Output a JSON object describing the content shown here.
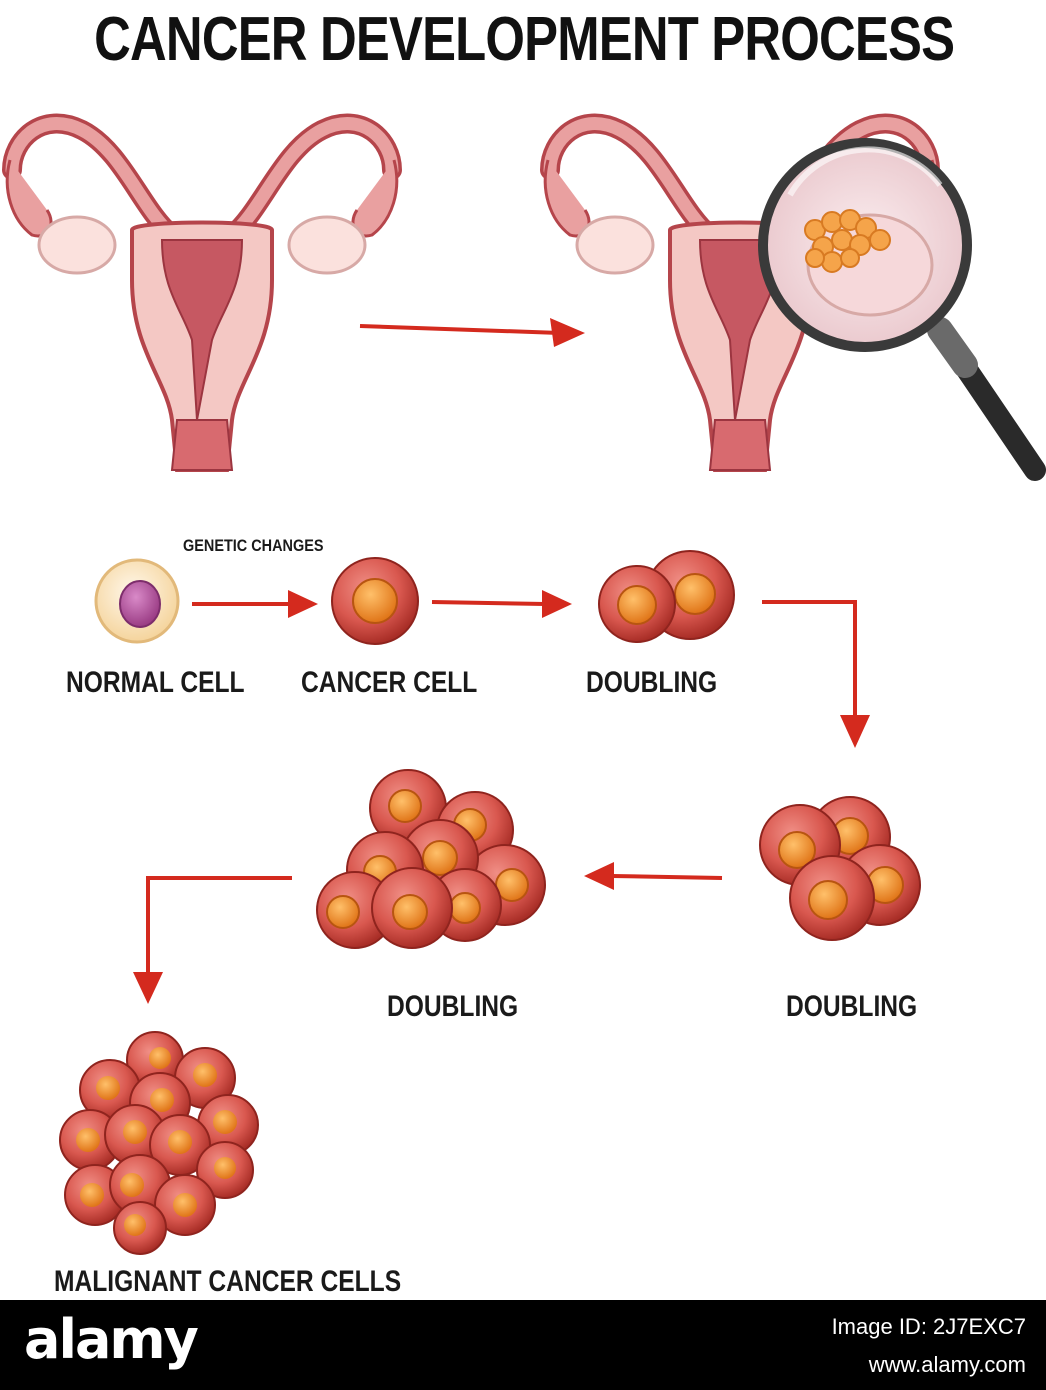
{
  "title": "CANCER DEVELOPMENT PROCESS",
  "labels": {
    "genetic_changes": "GENETIC CHANGES",
    "normal_cell": "NORMAL CELL",
    "cancer_cell": "CANCER CELL",
    "doubling_1": "DOUBLING",
    "doubling_2": "DOUBLING",
    "doubling_3": "DOUBLING",
    "malignant": "MALIGNANT CANCER CELLS"
  },
  "footer": {
    "logo": "alamy",
    "image_id": "Image ID: 2J7EXC7",
    "url": "www.alamy.com"
  },
  "colors": {
    "arrow": "#d42a1e",
    "cell_body": "#d9584f",
    "cell_dark": "#a92e27",
    "nucleus": "#f08a2a",
    "normal_cell": "#fbe6c8",
    "normal_nucleus": "#b24d9a",
    "uterus": "#e9a0a0",
    "uterus_dark": "#b5454b"
  }
}
